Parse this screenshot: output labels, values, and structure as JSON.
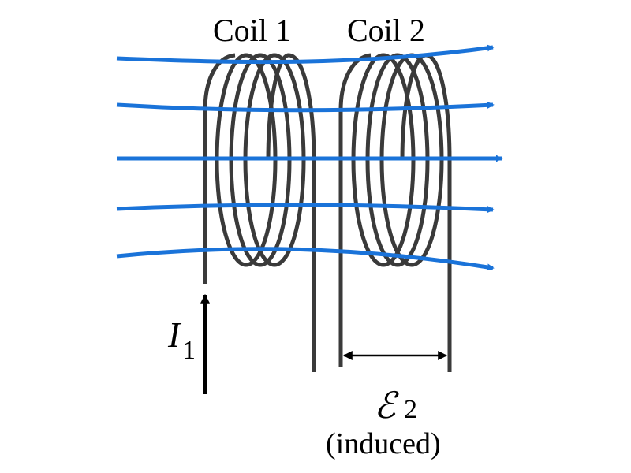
{
  "coil1": {
    "label": "Coil 1"
  },
  "coil2": {
    "label": "Coil 2"
  },
  "current": {
    "symbol": "I",
    "subscript": "1"
  },
  "emf": {
    "symbol": "ℰ",
    "subscript": "2",
    "note": "(induced)"
  },
  "colors": {
    "field_lines": "#1a73d9",
    "wire": "#3a3a3a",
    "arrows": "#000000"
  }
}
